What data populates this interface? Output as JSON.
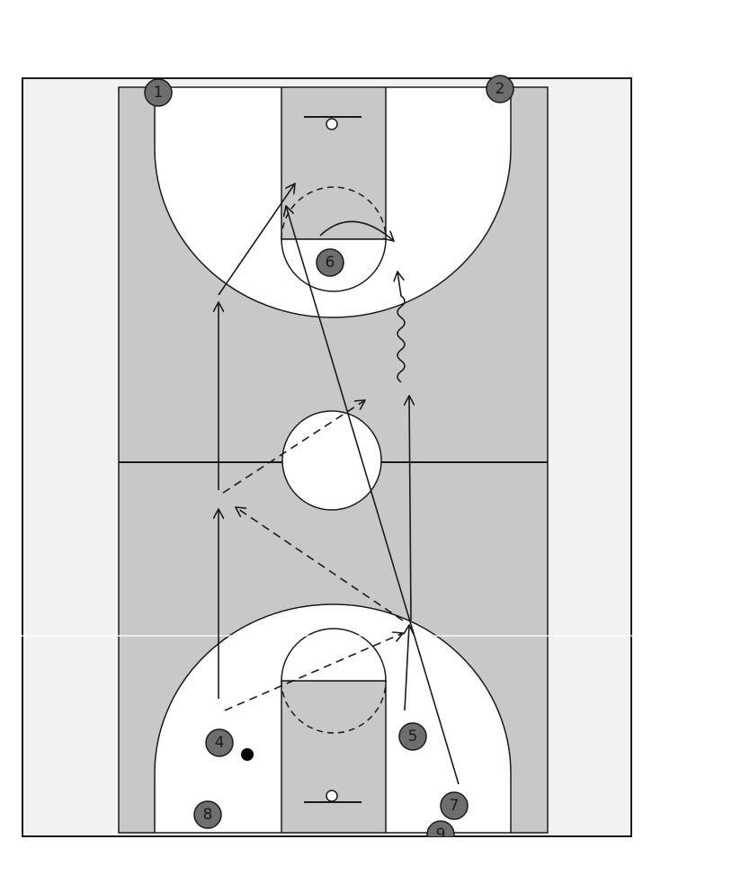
{
  "diagram": {
    "players": [
      {
        "id": "p1",
        "label": "1"
      },
      {
        "id": "p2",
        "label": "2"
      },
      {
        "id": "p6",
        "label": "6"
      },
      {
        "id": "p4",
        "label": "4"
      },
      {
        "id": "p5",
        "label": "5"
      },
      {
        "id": "p7",
        "label": "7"
      },
      {
        "id": "p8",
        "label": "8"
      },
      {
        "id": "p9",
        "label": "9"
      }
    ],
    "colors": {
      "court_light": "#ffffff",
      "court_shade": "#c8c8c8",
      "outer_bg": "#f2f2f2",
      "player_fill": "#6e6e6e",
      "line": "#1a1a1a"
    }
  }
}
